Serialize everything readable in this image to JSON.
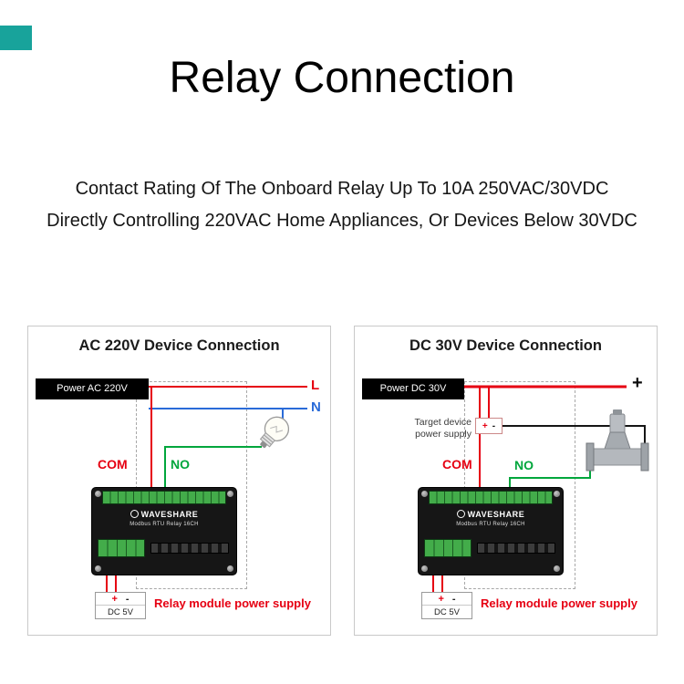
{
  "page": {
    "title": "Relay Connection",
    "subtitle_line1": "Contact Rating Of The Onboard Relay Up To 10A 250VAC/30VDC",
    "subtitle_line2": "Directly Controlling 220VAC Home Appliances, Or Devices Below 30VDC"
  },
  "device": {
    "brand": "WAVESHARE",
    "model": "Modbus RTU Relay 16CH"
  },
  "ac_panel": {
    "heading": "AC 220V Device Connection",
    "power_label": "Power AC 220V",
    "live_label": "L",
    "neutral_label": "N",
    "com_label": "COM",
    "no_label": "NO",
    "psu_plus": "+",
    "psu_minus": "-",
    "psu_label": "DC 5V",
    "psu_note": "Relay module power supply"
  },
  "dc_panel": {
    "heading": "DC 30V Device Connection",
    "power_label": "Power DC 30V",
    "positive_label": "+",
    "target_note_line1": "Target device",
    "target_note_line2": "power supply",
    "battery_plus": "+",
    "battery_minus": "-",
    "com_label": "COM",
    "no_label": "NO",
    "psu_plus": "+",
    "psu_minus": "-",
    "psu_label": "DC 5V",
    "psu_note": "Relay module power supply"
  },
  "colors": {
    "live_red": "#e60012",
    "neutral_blue": "#2a6bd8",
    "no_green": "#00a63c",
    "badge_teal": "#18a39b",
    "panel_border": "#c9c9c9"
  }
}
